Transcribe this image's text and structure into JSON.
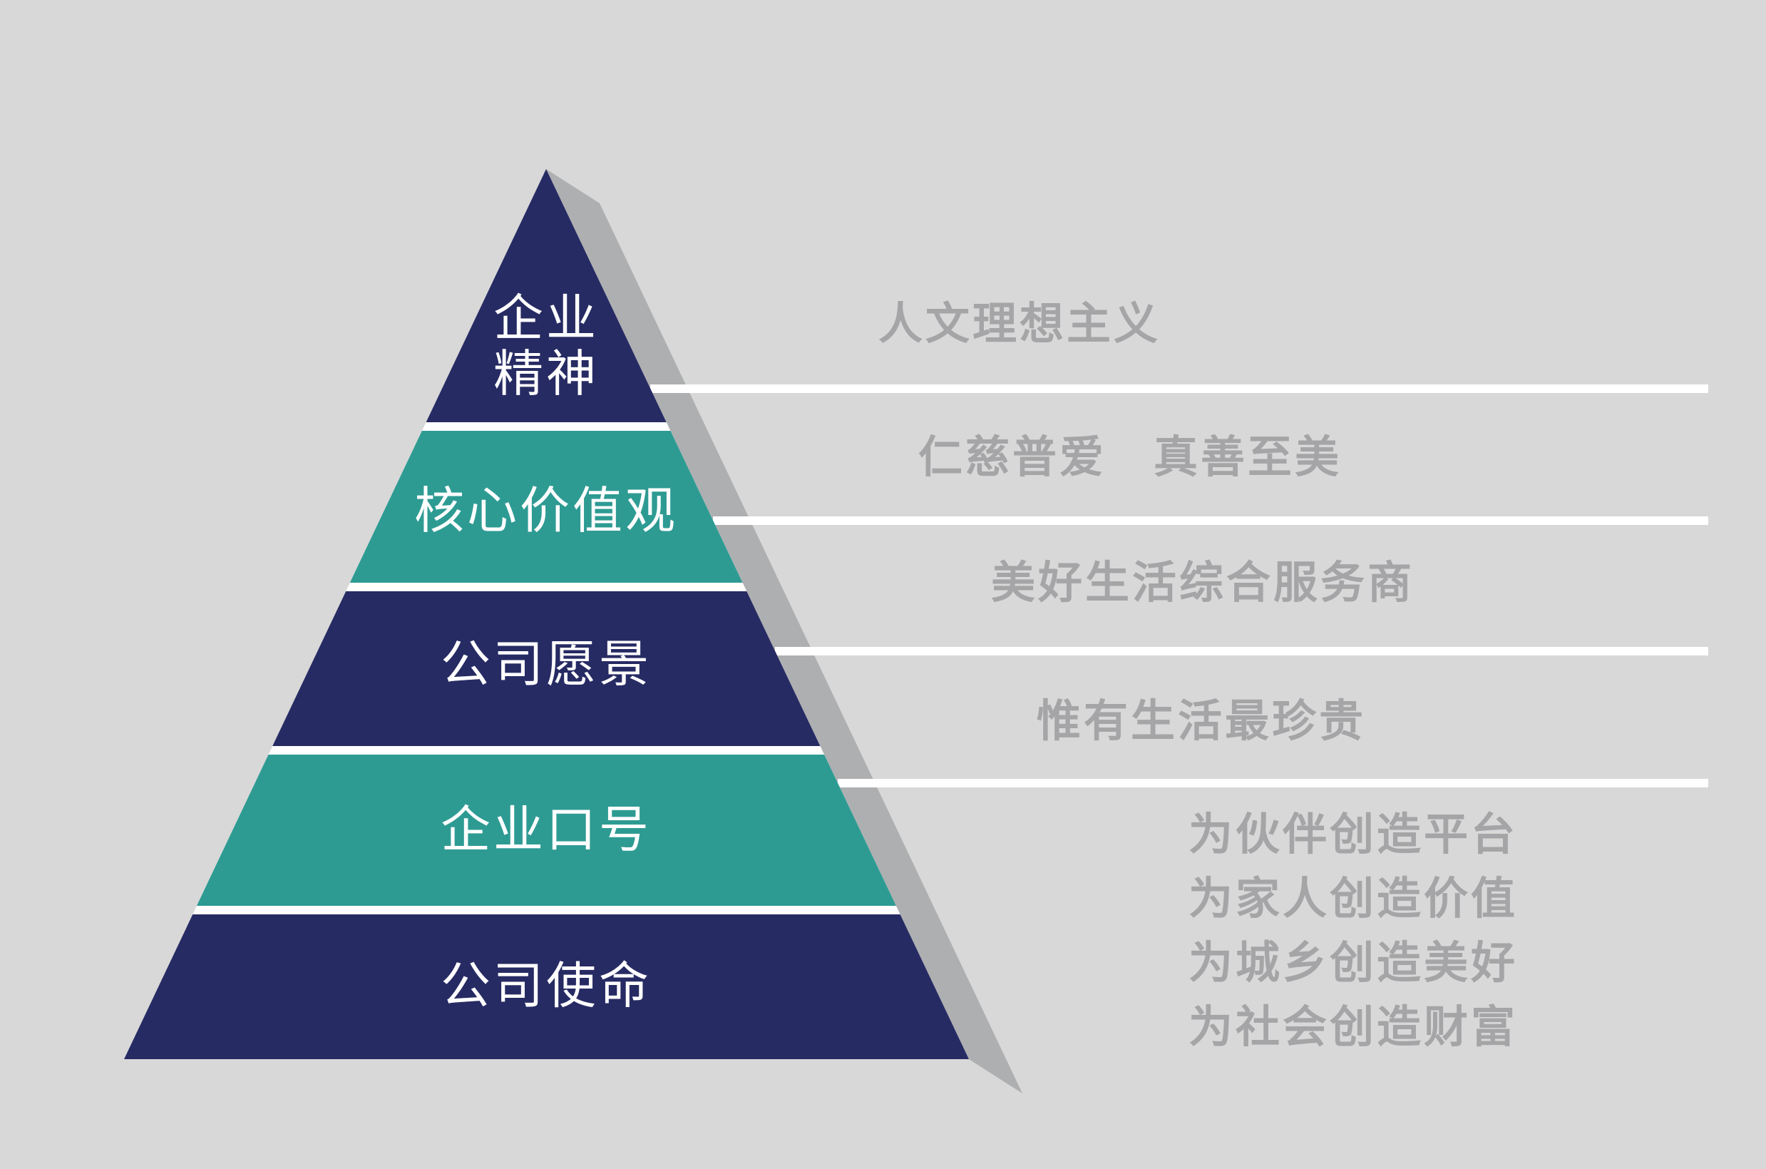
{
  "colors": {
    "background": "#d8d8d8",
    "navy": "#272b63",
    "teal": "#2e9b93",
    "shadow": "#aeafb1",
    "line": "#ffffff",
    "label_text": "#ffffff",
    "annotation_text": "#a5a5a7"
  },
  "pyramid": {
    "levels": [
      {
        "label": "企业精神",
        "label_lines": [
          "企业",
          "精神"
        ],
        "color": "#272b63",
        "annotation": "人文理想主义"
      },
      {
        "label": "核心价值观",
        "color": "#2e9b93",
        "annotation": "仁慈普爱　真善至美"
      },
      {
        "label": "公司愿景",
        "color": "#272b63",
        "annotation": "美好生活综合服务商"
      },
      {
        "label": "企业口号",
        "color": "#2e9b93",
        "annotation": "惟有生活最珍贵"
      },
      {
        "label": "公司使命",
        "color": "#272b63",
        "annotation_lines": [
          "为伙伴创造平台",
          "为家人创造价值",
          "为城乡创造美好",
          "为社会创造财富"
        ]
      }
    ]
  }
}
